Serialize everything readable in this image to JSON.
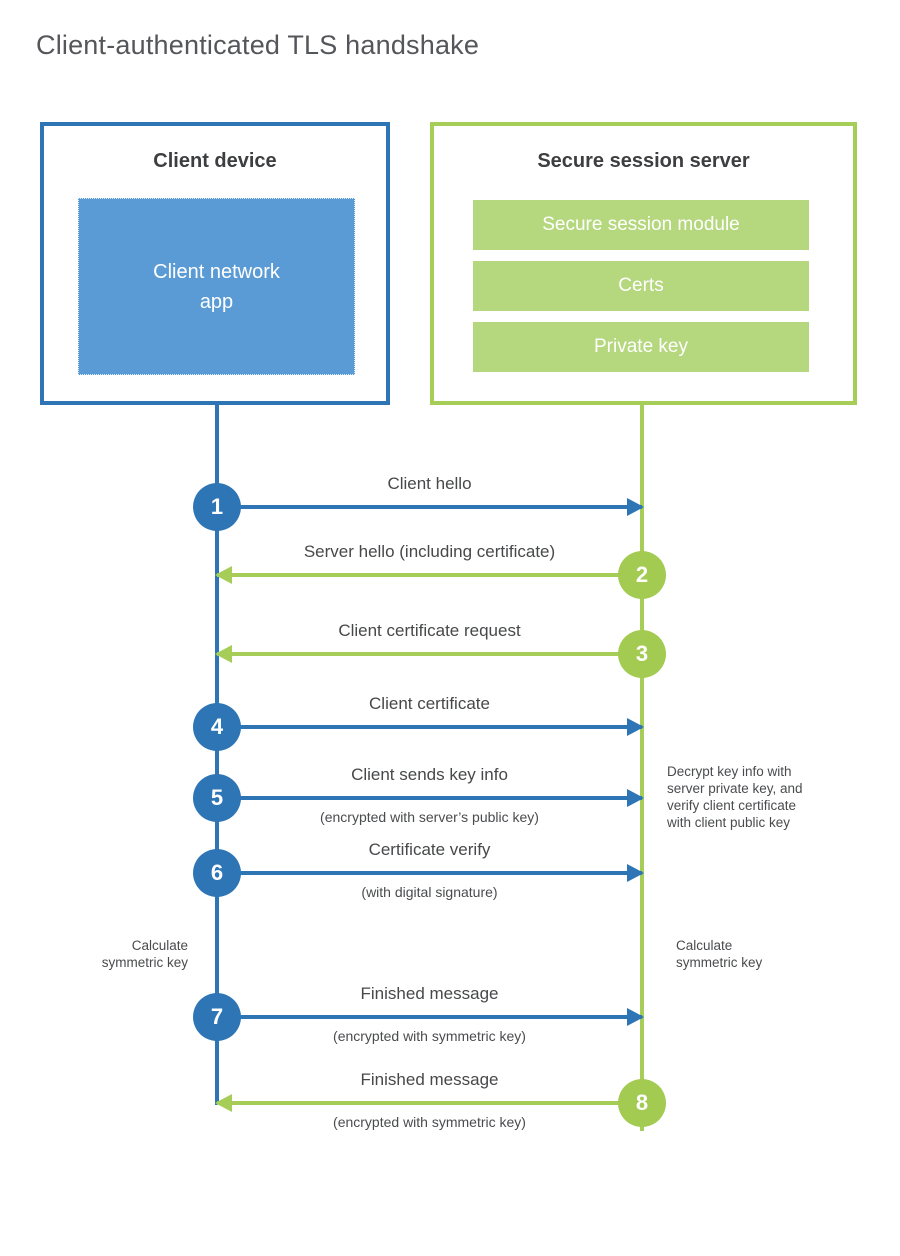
{
  "title": "Client-authenticated TLS handshake",
  "client_box": {
    "title": "Client device",
    "app_label": "Client network\napp"
  },
  "server_box": {
    "title": "Secure session server",
    "modules": [
      "Secure session module",
      "Certs",
      "Private key"
    ]
  },
  "messages": [
    {
      "number": "1",
      "from": "client",
      "to": "server",
      "label": "Client hello",
      "sublabel": ""
    },
    {
      "number": "2",
      "from": "server",
      "to": "client",
      "label": "Server hello (including certificate)",
      "sublabel": ""
    },
    {
      "number": "3",
      "from": "server",
      "to": "client",
      "label": "Client certificate request",
      "sublabel": ""
    },
    {
      "number": "4",
      "from": "client",
      "to": "server",
      "label": "Client certificate",
      "sublabel": ""
    },
    {
      "number": "5",
      "from": "client",
      "to": "server",
      "label": "Client sends key info",
      "sublabel": "(encrypted with server’s public key)"
    },
    {
      "number": "6",
      "from": "client",
      "to": "server",
      "label": "Certificate verify",
      "sublabel": "(with digital signature)"
    },
    {
      "number": "7",
      "from": "client",
      "to": "server",
      "label": "Finished message",
      "sublabel": "(encrypted with symmetric key)"
    },
    {
      "number": "8",
      "from": "server",
      "to": "client",
      "label": "Finished message",
      "sublabel": "(encrypted with symmetric key)"
    }
  ],
  "notes": {
    "decrypt": "Decrypt key info with\nserver private key, and\nverify client certificate\nwith client public key",
    "calc_left": "Calculate\nsymmetric key",
    "calc_right": "Calculate\nsymmetric key"
  },
  "colors": {
    "blue": "#2e75b6",
    "blue_fill": "#5b9bd5",
    "green": "#a5cd58",
    "green_fill": "#b5d77e"
  }
}
